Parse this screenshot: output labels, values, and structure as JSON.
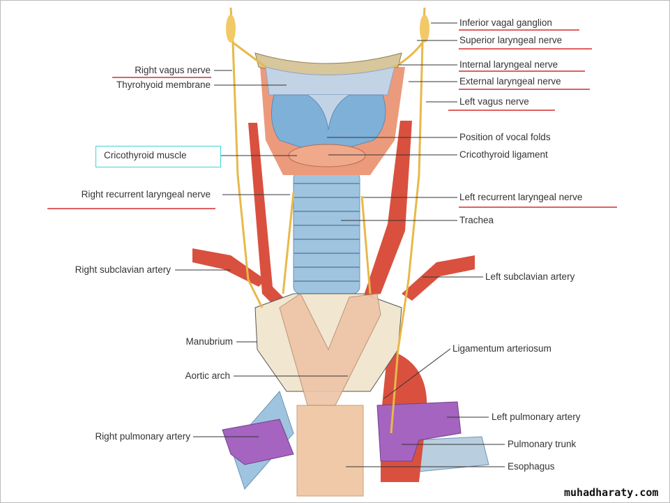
{
  "diagram": {
    "labels_right": [
      "Inferior vagal ganglion",
      "Superior laryngeal nerve",
      "Internal laryngeal nerve",
      "External laryngeal nerve",
      "Left vagus nerve",
      "Position of vocal folds",
      "Cricothyroid ligament",
      "Left recurrent laryngeal nerve",
      "Trachea",
      "Left subclavian artery",
      "Ligamentum arteriosum",
      "Left pulmonary artery",
      "Pulmonary trunk",
      "Esophagus"
    ],
    "labels_left": [
      "Right vagus nerve",
      "Thyrohyoid membrane",
      "Cricothyroid muscle",
      "Right recurrent laryngeal nerve",
      "Right subclavian artery",
      "Manubrium",
      "Aortic arch",
      "Right pulmonary artery"
    ],
    "watermark": "muhadharaty.com",
    "colors": {
      "underline": "#cc0000",
      "highlight_box": "#3cd6d6",
      "artery": "#d9503f",
      "nerve": "#e8b84a",
      "cartilage": "#9fc4e0",
      "pulmonary": "#a464c0"
    }
  }
}
